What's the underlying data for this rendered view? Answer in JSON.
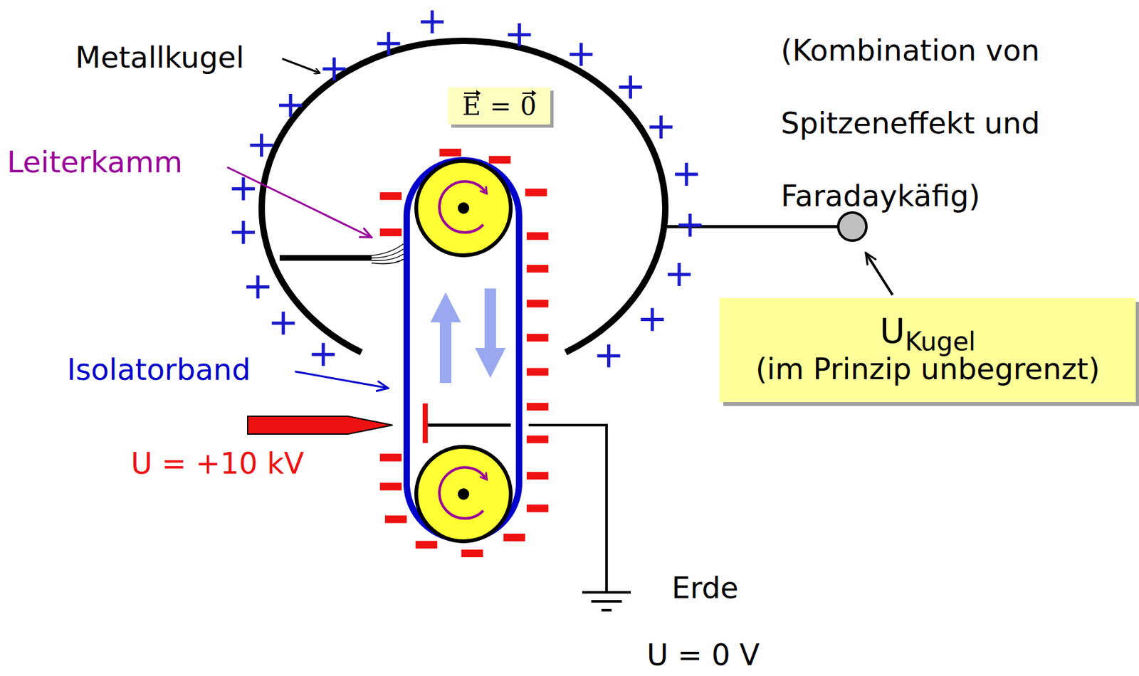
{
  "diagram": {
    "nodes": [
      {
        "text": [
          "E",
          "=",
          "0"
        ]
      },
      {
        "text": [
          "U",
          "Kugel",
          "(im Prinzip unbegrenzt)"
        ]
      }
    ],
    "labels": [
      "Metallkugel",
      "(Kombination von Spitzeneffekt und Faradaykäfig)",
      "Leiterkamm",
      "Isolatorband",
      "U = +10 kV",
      "Erde",
      "U = 0 V"
    ]
  }
}
